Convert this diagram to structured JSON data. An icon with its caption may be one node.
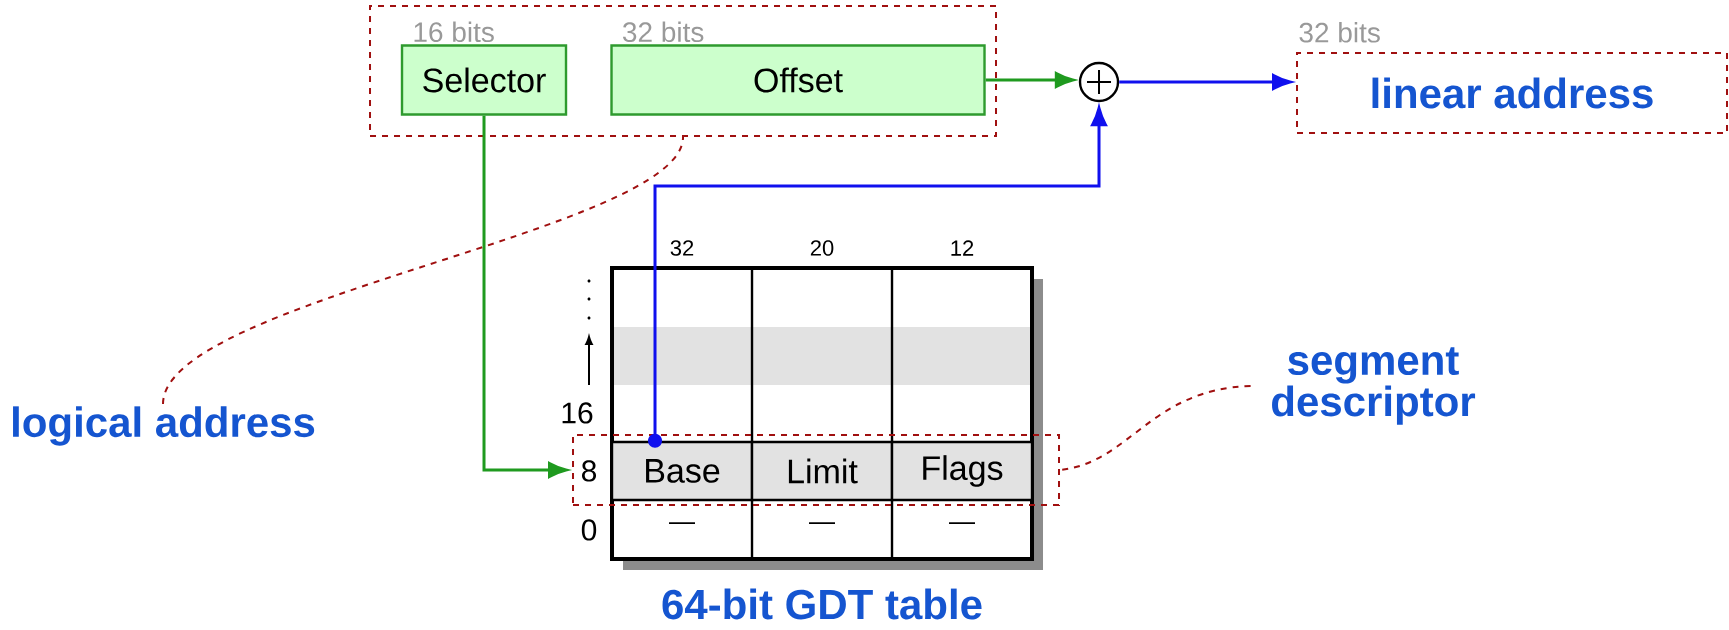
{
  "diagram": {
    "nodes": [
      {
        "text": [],
        "shape": "box"
      },
      {
        "text": [
          "16 bits",
          "Selector"
        ],
        "in": 0
      },
      {
        "text": [
          "32 bits",
          "Offset"
        ],
        "in": 0
      },
      {
        "text": [],
        "shape": "circle"
      },
      {
        "text": [
          "32 bits",
          "linear address"
        ]
      },
      {
        "text": [
          "64-bit GDT table"
        ]
      },
      {
        "text": [
          "Base"
        ],
        "in": 9
      },
      {
        "text": [
          "Limit"
        ],
        "in": 9
      },
      {
        "text": [
          "Flags"
        ],
        "in": 9
      },
      {
        "text": [],
        "shape": "box"
      },
      {
        "text": [
          "logical address"
        ]
      },
      {
        "text": [
          "segment descriptor"
        ]
      }
    ],
    "edges": [
      {
        "from": 1,
        "to": 9,
        "arrow": "to",
        "color": "#1f9a1f"
      },
      {
        "from": 2,
        "to": 3,
        "arrow": "to",
        "color": "#1f9a1f"
      },
      {
        "from": 6,
        "to": 3,
        "arrow": "to",
        "color": "#1010ee"
      },
      {
        "from": 3,
        "to": 4,
        "arrow": "to",
        "color": "#1010ee"
      },
      {
        "from": 10,
        "to": 0,
        "arrow": "none",
        "style": "dashed",
        "color": "#a01010"
      },
      {
        "from": 11,
        "to": 9,
        "arrow": "none",
        "style": "dashed",
        "color": "#a01010"
      }
    ],
    "labels": [
      "32",
      "20",
      "12",
      "16",
      "8",
      "0",
      "—",
      "—",
      "—"
    ]
  }
}
